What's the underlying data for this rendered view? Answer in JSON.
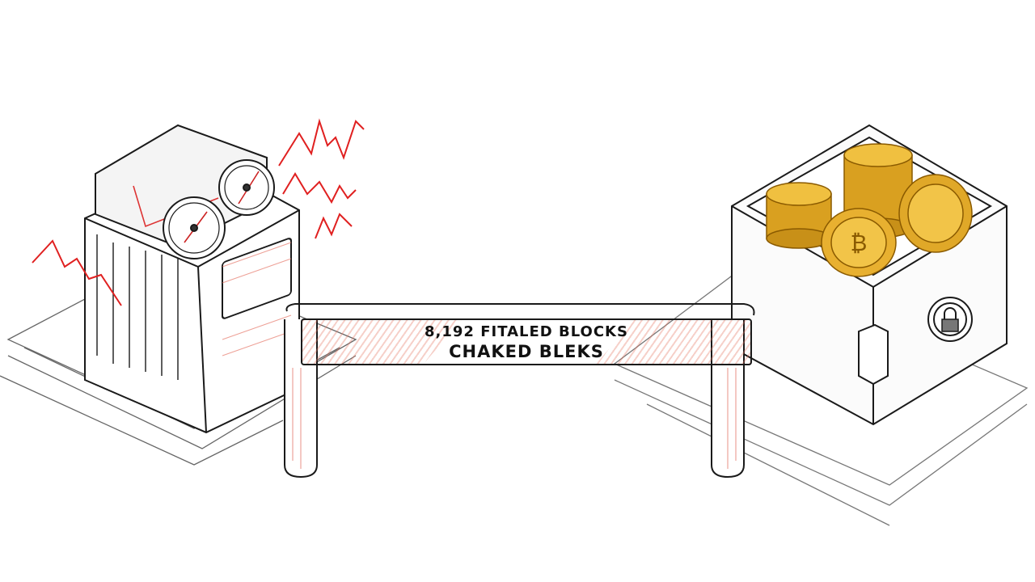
{
  "scene": {
    "style": "pencil sketch with red and gold accents",
    "background_color": "#ffffff",
    "ink_color": "#1a1a1a",
    "accent_red": "#e02020",
    "hatch_red": "#e6786a",
    "gold": "#e0a820"
  },
  "left_machine": {
    "label": "machine with pressure gauges",
    "gauges": 2,
    "effect": "red jagged volatility lines"
  },
  "barrier": {
    "line1": "8,192 FITALED BLOCKS",
    "line2": "CHAKED BLEKS"
  },
  "right_safe": {
    "label": "open safe box with gold coins",
    "coin_stacks": 4,
    "icon": "padlock-icon"
  }
}
